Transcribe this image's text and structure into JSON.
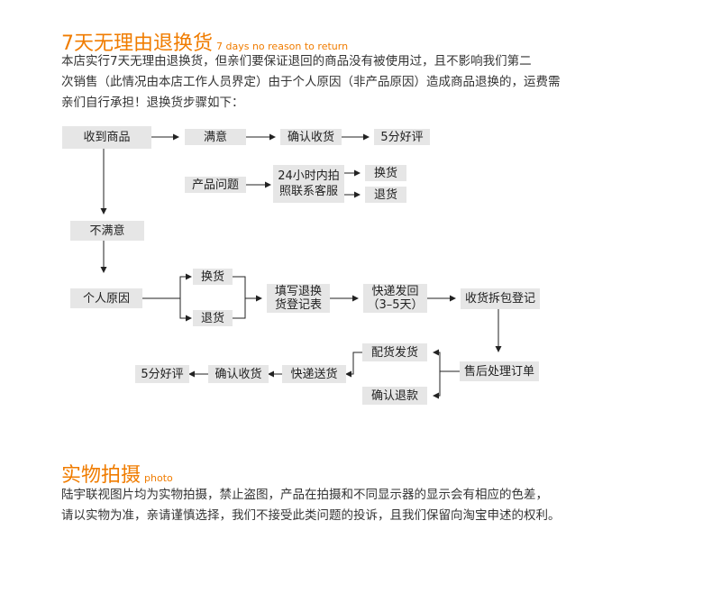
{
  "returns": {
    "title": "7天无理由退换货",
    "subtitle": "7 days no reason to return",
    "lines": [
      "本店实行7天无理由退换货，但亲们要保证退回的商品没有被使用过，且不影响我们第二",
      "次销售（此情况由本店工作人员界定）由于个人原因（非产品原因）造成商品退换的，运费需",
      "亲们自行承担！退换货步骤如下："
    ]
  },
  "flow": {
    "received": "收到商品",
    "satisfied": "满意",
    "confirm_receipt_1": "确认收货",
    "good_review_1": "5分好评",
    "product_issue": "产品问题",
    "contact_24h_1": "24小时内拍",
    "contact_24h_2": "照联系客服",
    "exchange_1": "换货",
    "return_1": "退货",
    "unsatisfied": "不满意",
    "personal_reason": "个人原因",
    "exchange_2": "换货",
    "return_2": "退货",
    "fill_form_1": "填写退换",
    "fill_form_2": "货登记表",
    "express_back_1": "快递发回",
    "express_back_2": "（3–5天）",
    "receive_register": "收货拆包登记",
    "aftersale": "售后处理订单",
    "restock_ship": "配货发货",
    "confirm_refund": "确认退款",
    "express_ship": "快递送货",
    "confirm_receipt_2": "确认收货",
    "good_review_2": "5分好评"
  },
  "photo": {
    "title": "实物拍摄",
    "subtitle": "photo",
    "lines": [
      "陆宇联视图片均为实物拍摄，禁止盗图，产品在拍摄和不同显示器的显示会有相应的色差，",
      "请以实物为准，亲请谨慎选择，我们不接受此类问题的投诉，且我们保留向淘宝申述的权利。"
    ]
  },
  "colors": {
    "accent": "#f07c00",
    "box": "#e6e6e6",
    "text": "#333333"
  }
}
